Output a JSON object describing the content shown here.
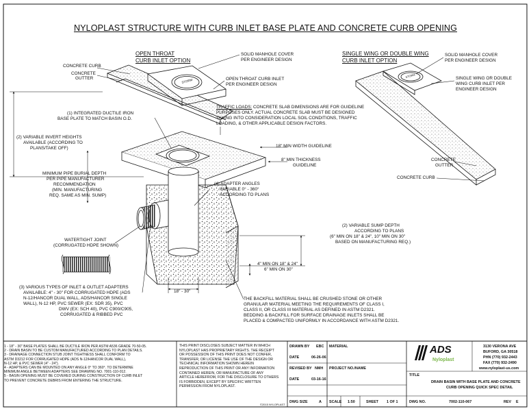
{
  "title": "NYLOPLAST STRUCTURE WITH CURB INLET BASE PLATE AND CONCRETE CURB OPENING",
  "left_view": {
    "heading_line1": "OPEN THROAT",
    "heading_line2": "CURB INLET OPTION",
    "concrete_curb": "CONCRETE CURB",
    "concrete_gutter_1": "CONCRETE",
    "concrete_gutter_2": "GUTTER",
    "manhole_1": "SOLID MANHOLE COVER",
    "manhole_2": "PER ENGINEER DESIGN",
    "open_throat_1": "OPEN THROAT CURB INLET",
    "open_throat_2": "PER ENGINEER DESIGN",
    "cover_label": "STORM"
  },
  "right_view": {
    "heading_line1": "SINGLE WING OR DOUBLE WING",
    "heading_line2": "CURB INLET OPTION",
    "manhole_1": "SOLID MANHOLE COVER",
    "manhole_2": "PER ENGINEER DESIGN",
    "wing_1": "SINGLE WING OR DOUBLE",
    "wing_2": "WING CURB INLET PER",
    "wing_3": "ENGINEER DESIGN",
    "gutter_1": "CONCRETE",
    "gutter_2": "GUTTER",
    "curb": "CONCRETE CURB",
    "cover_label": "STORM"
  },
  "callouts": {
    "base_plate_1": "(1) INTEGRATED DUCTILE IRON",
    "base_plate_2": "BASE PLATE TO MATCH BASIN O.D.",
    "traffic_head": "TRAFFIC LOADS:",
    "traffic_1": "CONCRETE SLAB DIMENSIONS ARE FOR GUIDELINE",
    "traffic_2": "PURPOSES ONLY.  ACTUAL CONCRETE SLAB MUST BE DESIGNED",
    "traffic_3": "TAKING INTO CONSIDERATION LOCAL SOIL CONDITIONS, TRAFFIC",
    "traffic_4": "LOADING, & OTHER APPLICABLE DESIGN FACTORS.",
    "invert_1": "(2)  VARIABLE INVERT HEIGHTS",
    "invert_2": "AVAILABLE (ACCORDING TO",
    "invert_3": "PLANS/TAKE OFF)",
    "min_width": "18\" MIN WIDTH GUIDELINE",
    "min_thick_1": "8\" MIN THICKNESS",
    "min_thick_2": "GUIDELINE",
    "burial_1": "MINIMUM PIPE BURIAL DEPTH",
    "burial_2": "PER PIPE MANUFACTURER",
    "burial_3": "RECOMMENDATION",
    "burial_4": "(MIN. MANUFACTURING",
    "burial_5": "REQ. SAME AS MIN. SUMP)",
    "adapter_1": "(4)  ADAPTER ANGLES",
    "adapter_2": "VARIABLE 0° - 360°",
    "adapter_3": "ACCORDING TO PLANS",
    "sump_1": "(2)  VARIABLE SUMP DEPTH",
    "sump_2": "ACCORDING TO PLANS",
    "sump_3": "(6\" MIN ON 18\" & 24\", 10\" MIN ON 30\"",
    "sump_4": "BASED ON MANUFACTURING REQ.)",
    "joint_1": "WATERTIGHT JOINT",
    "joint_2": "(CORRUGATED HDPE SHOWN)",
    "base_min_1": "4\" MIN ON 18\" & 24\"",
    "base_min_2": "6\" MIN ON 30\"",
    "dia": "18\" - 30\"",
    "adapters_1": "(3)  VARIOUS TYPES OF INLET & OUTLET ADAPTERS",
    "adapters_2": "AVAILABLE: 4\" - 30\" FOR CORRUGATED HDPE (ADS",
    "adapters_3": "N-12/HANCOR DUAL WALL, ADS/HANCOR SINGLE",
    "adapters_4": "WALL), N-12 HP, PVC SEWER (EX: SDR 35), PVC",
    "adapters_5": "DWV (EX:  SCH 40), PVC C900/C905,",
    "adapters_6": "CORRUGATED & RIBBED PVC",
    "backfill_1": "THE BACKFILL MATERIAL SHALL BE CRUSHED STONE OR OTHER",
    "backfill_2": "GRANULAR MATERIAL MEETING THE REQUIREMENTS OF CLASS I,",
    "backfill_3": "CLASS II, OR CLASS III MATERIAL AS DEFINED IN ASTM D2321.",
    "backfill_4": "BEDDING & BACKFILL FOR SURFACE DRAINAGE INLETS SHALL BE",
    "backfill_5": "PLACED & COMPACTED UNIFORMLY IN ACCORDANCE WITH ASTM D2321."
  },
  "notes": [
    "1  -  18\" - 30\" BASE PLATES SHALL BE DUCTILE IRON PER ASTM A536 GRADE 70-50-05.",
    "2  -  DRAIN BASIN TO BE CUSTOM MANUFACTURED ACCORDING TO PLAN DETAILS.",
    "3  -  DRAINAGE CONNECTION STUB JOINT TIGHTNESS SHALL CONFORM TO",
    "       ASTM D3212 FOR CORRUGATED HDPE (ADS N-12/HANCOR DUAL WALL),",
    "       N-12 HP, & PVC SEWER (4\" - 24\").",
    "4  -  ADAPTERS CAN BE MOUNTED ON ANY ANGLE 0° TO 360°.  TO DETERMINE",
    "       MINIMUM ANGLE BETWEEN ADAPTERS SEE DRAWING NO. 7001-110-012.",
    "5  -  BASIN OPENING MUST BE COVERED DURING CONSTRUCTION OF CURB INLET",
    "       TO PREVENT CONCRETE DEBRIS FROM ENTERING THE STRUCTURE."
  ],
  "disclaimer": [
    "THIS PRINT DISCLOSES SUBJECT MATTER IN WHICH",
    "NYLOPLAST HAS PROPRIETARY RIGHTS. THE RECEIPT",
    "OR POSSESSION OF THIS PRINT DOES NOT CONFER,",
    "TRANSFER, OR LICENSE THE USE OF THE DESIGN OR",
    "TECHNICAL INFORMATION SHOWN HEREIN",
    "REPRODUCTION OF THIS PRINT OR ANY INFORMATION",
    "CONTAINED HEREIN, OR MANUFACTURE OF ANY",
    "ARTICLE HEREFROM, FOR THE DISCLOSURE TO OTHERS",
    "IS FORBIDDEN, EXCEPT BY SPECIFIC WRITTEN",
    "PERMISSION FROM NYLOPLAST."
  ],
  "copyright": "©2015 NYLOPLAST",
  "title_block": {
    "drawn_by_label": "DRAWN BY",
    "drawn_by": "EBC",
    "material_label": "MATERIAL",
    "date_label": "DATE",
    "date": "06-26-06",
    "revised_by_label": "REVISED BY",
    "revised_by": "NMH",
    "project_label": "PROJECT NO./NAME",
    "date2_label": "DATE",
    "date2": "03-16-16",
    "dwg_size_label": "DWG SIZE",
    "dwg_size": "A",
    "scale_label": "SCALE",
    "scale": "1:50",
    "sheet_label": "SHEET",
    "sheet": "1 OF 1",
    "dwg_no_label": "DWG NO.",
    "dwg_no": "7002-110-067",
    "rev_label": "REV",
    "rev": "E",
    "title_label": "TITLE",
    "title_1": "DRAIN BASIN WITH BASE PLATE AND CONCRETE",
    "title_2": "CURB OPENING QUICK SPEC DETAIL",
    "brand_main": "ADS",
    "brand_sub": "Nyloplast",
    "address_1": "3130 VERONA AVE",
    "address_2": "BUFORD, GA 30518",
    "phone": "PHN (770) 932-2443",
    "fax": "FAX (770) 932-2490",
    "web": "www.nyloplast-us.com"
  },
  "colors": {
    "line": "#111111",
    "hatch": "#555555",
    "paper": "#ffffff",
    "brand_green": "#7ab648"
  }
}
